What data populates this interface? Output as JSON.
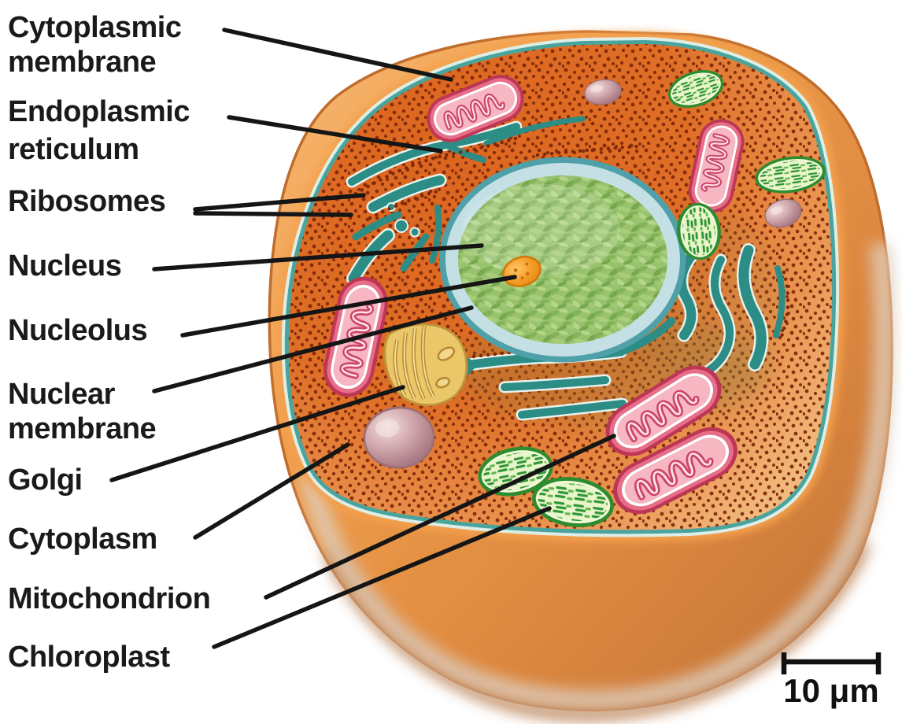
{
  "figure": {
    "description": "Cut-away illustration of a eukaryotic cell with labeled organelles",
    "labels": [
      {
        "id": "cytoplasmic-membrane",
        "lines": [
          "Cytoplasmic",
          "membrane"
        ]
      },
      {
        "id": "endoplasmic-reticulum",
        "lines": [
          "Endoplasmic",
          "reticulum"
        ]
      },
      {
        "id": "ribosomes",
        "lines": [
          "Ribosomes"
        ]
      },
      {
        "id": "nucleus",
        "lines": [
          "Nucleus"
        ]
      },
      {
        "id": "nucleolus",
        "lines": [
          "Nucleolus"
        ]
      },
      {
        "id": "nuclear-membrane",
        "lines": [
          "Nuclear",
          "membrane"
        ]
      },
      {
        "id": "golgi",
        "lines": [
          "Golgi"
        ]
      },
      {
        "id": "cytoplasm",
        "lines": [
          "Cytoplasm"
        ]
      },
      {
        "id": "mitochondrion",
        "lines": [
          "Mitochondrion"
        ]
      },
      {
        "id": "chloroplast",
        "lines": [
          "Chloroplast"
        ]
      }
    ],
    "scale_bar": {
      "label": "10 μm"
    },
    "colors": {
      "wall_orange": "#EE9C4A",
      "membrane_teal": "#49A49E",
      "cytoplasm_orange": "#DD6B24",
      "cytoplasm_light": "#F7DCAC",
      "ribosome_dot": "#7E2808",
      "nucleus_green": "#98C26E",
      "nucleolus_orange": "#F29A26",
      "er_teal": "#2C8C86",
      "mitochondrion_pink": "#E76E88",
      "chloroplast_green": "#2E8C30",
      "golgi_yellow": "#ECCB6E",
      "vesicle_mauve": "#B58A92",
      "label_text": "#1A1A1A"
    }
  }
}
